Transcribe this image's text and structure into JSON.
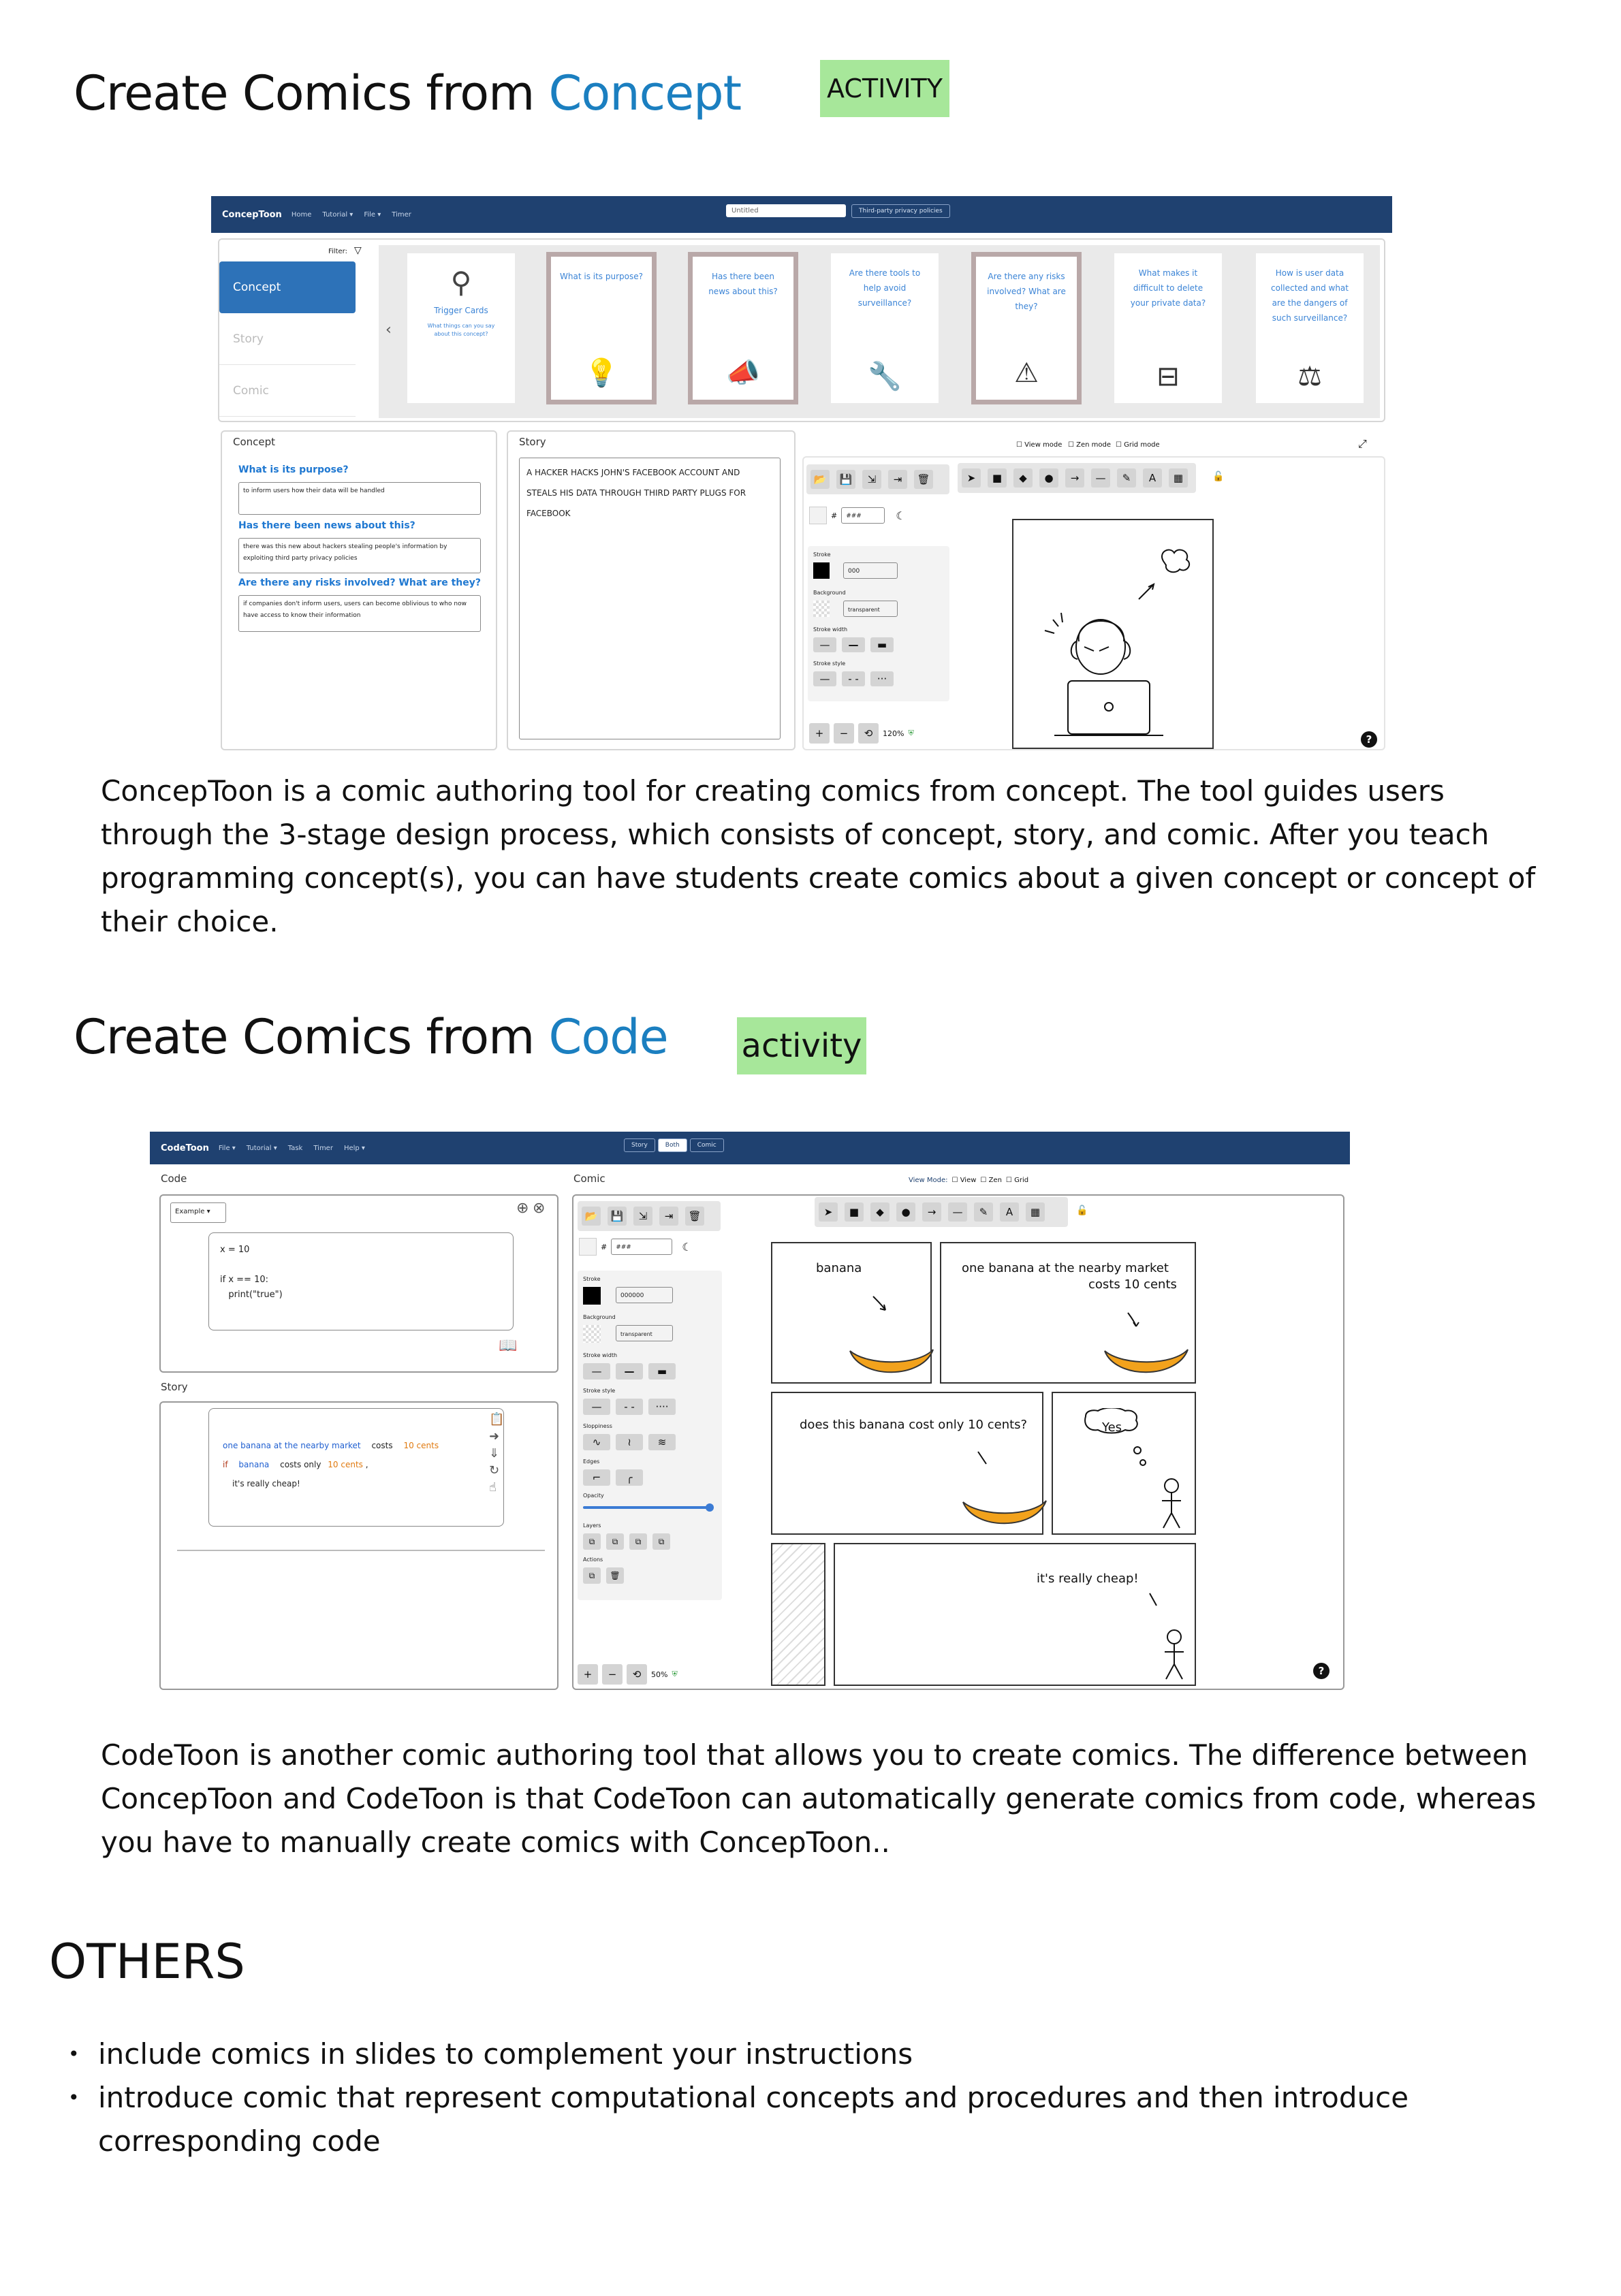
{
  "section1": {
    "title_prefix": "Create Comics from ",
    "title_accent": "Concept",
    "tag": "ACTIVITY",
    "paragraph": "ConcepToon is a comic authoring tool for creating comics from concept. The tool guides users through the 3-stage design process, which consists of concept, story, and comic. After you teach programming concept(s),  you can have students create comics about a given concept or concept of their choice."
  },
  "concepttoon": {
    "brand": "ConcepToon",
    "nav": [
      "Home",
      "Tutorial ▾",
      "File ▾",
      "Timer"
    ],
    "title_input": "Untitled",
    "policy_button": "Third-party privacy policies",
    "filter": "Filter:",
    "tabs": [
      "Concept",
      "Story",
      "Comic"
    ],
    "cards": [
      {
        "text": "Trigger Cards",
        "sub": "What things can you say about this concept?",
        "icon": "magnifier-icon"
      },
      {
        "text": "What is its purpose?",
        "icon": "lightbulb-icon"
      },
      {
        "text": "Has there been news about this?",
        "icon": "megaphone-icon"
      },
      {
        "text": "Are there tools to help avoid surveillance?",
        "icon": "wrench-icon"
      },
      {
        "text": "Are there any risks involved? What are they?",
        "icon": "warning-icon"
      },
      {
        "text": "What makes it difficult to delete your private data?",
        "icon": "delete-data-icon"
      },
      {
        "text": "How is user data collected and what are the dangers of such surveillance?",
        "icon": "scales-icon"
      }
    ],
    "concept_panel": {
      "title": "Concept",
      "q1": "What is its purpose?",
      "a1": "to inform users how their data will be handled",
      "q2": "Has there been news about this?",
      "a2": "there was this new about hackers stealing people's information by exploiting third party privacy policies",
      "q3": "Are there any risks involved? What are they?",
      "a3": "if companies don't inform users, users can become oblivious to who now have access to know their information"
    },
    "story_panel": {
      "title": "Story",
      "text": "A hacker hacks John's Facebook account and steals his data through third party plugs for Facebook"
    },
    "modes": [
      "View mode",
      "Zen mode",
      "Grid mode"
    ],
    "color_hex": "###",
    "stroke_label": "Stroke",
    "stroke_value": "000",
    "background_label": "Background",
    "background_value": "transparent",
    "stroke_width_label": "Stroke width",
    "stroke_style_label": "Stroke style",
    "zoom": "120%"
  },
  "section2": {
    "title_prefix": "Create Comics from ",
    "title_accent": "Code",
    "tag": "activity",
    "paragraph": "CodeToon is another comic authoring tool that allows you to create comics. The difference between ConcepToon and CodeToon is that CodeToon can automatically generate comics from code, whereas you have to manually create comics with ConcepToon.."
  },
  "codetoon": {
    "brand": "CodeToon",
    "nav": [
      "File ▾",
      "Tutorial ▾",
      "Task",
      "Timer",
      "Help ▾"
    ],
    "view_tabs": [
      "Story",
      "Both",
      "Comic"
    ],
    "code_title": "Code",
    "example_button": "Example ▾",
    "code_lines": [
      "x = 10",
      "",
      "if x == 10:",
      "   print(\"true\")"
    ],
    "story_title": "Story",
    "story_lines": [
      {
        "a": "one banana at the nearby market",
        "b": "costs",
        "c": "10 cents"
      },
      {
        "a": "if",
        "b": "banana",
        "c": "costs only",
        "d": "10 cents",
        "e": ","
      },
      {
        "a": "it's really cheap!"
      }
    ],
    "comic_title": "Comic",
    "view_mode": "View Mode:",
    "view_opts": [
      "View",
      "Zen",
      "Grid"
    ],
    "color_hex": "###",
    "stroke_label": "Stroke",
    "stroke_value": "000000",
    "background_label": "Background",
    "background_value": "transparent",
    "stroke_width_label": "Stroke width",
    "stroke_style_label": "Stroke style",
    "sloppiness_label": "Sloppiness",
    "edges_label": "Edges",
    "opacity_label": "Opacity",
    "layers_label": "Layers",
    "actions_label": "Actions",
    "zoom": "50%",
    "panel_texts": {
      "p1": "banana",
      "p2a": "one banana at the nearby market",
      "p2b": "costs 10 cents",
      "p3": "does this banana cost only 10 cents?",
      "p4": "Yes",
      "p6": "it's really cheap!"
    }
  },
  "others": {
    "title": "OTHERS",
    "bullets": [
      "include comics in slides to complement your instructions",
      "introduce comic that represent computational concepts and procedures and then introduce corresponding code"
    ]
  },
  "colors": {
    "accent": "#1b7fc0",
    "tag_bg": "#a7e79a",
    "navbar": "#1f4170",
    "tab_active": "#2d72b8",
    "banana": "#f2a21c"
  }
}
